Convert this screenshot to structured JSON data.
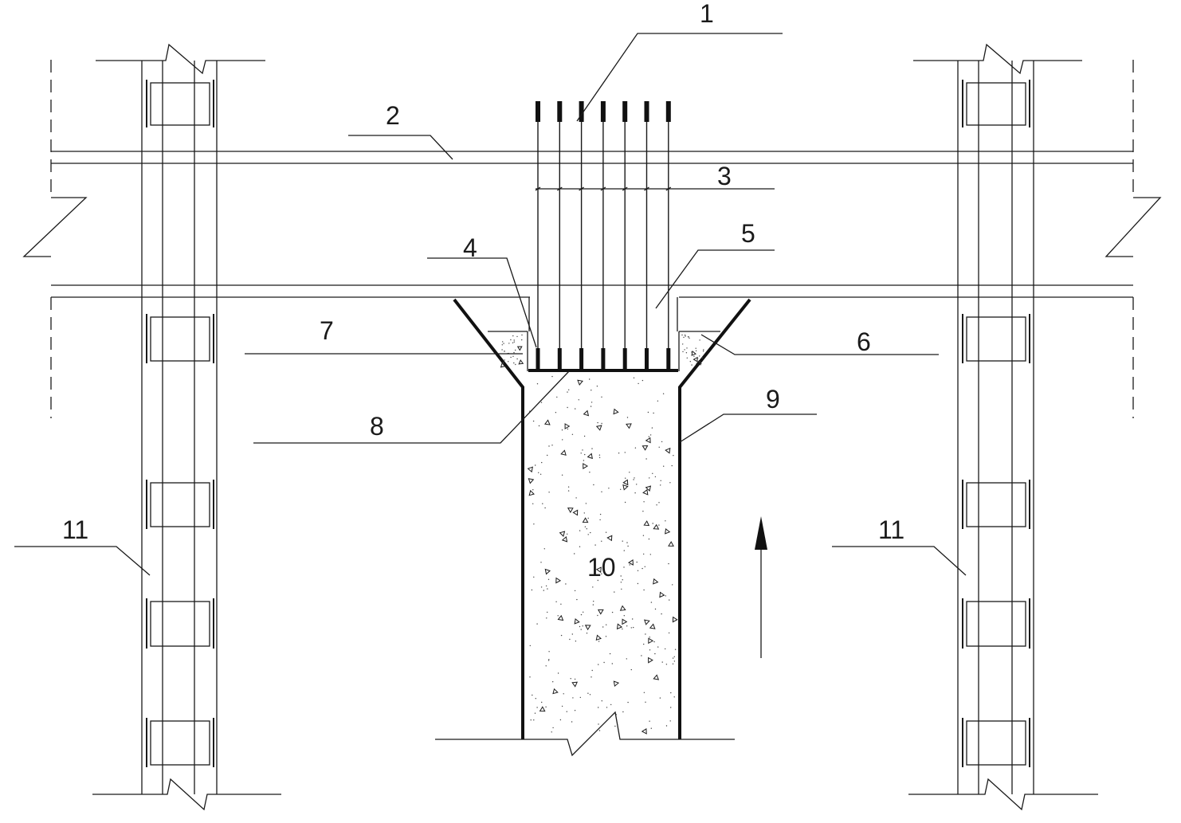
{
  "callouts": [
    {
      "id": "1",
      "text": "1"
    },
    {
      "id": "2",
      "text": "2"
    },
    {
      "id": "3",
      "text": "3"
    },
    {
      "id": "4",
      "text": "4"
    },
    {
      "id": "5",
      "text": "5"
    },
    {
      "id": "6",
      "text": "6"
    },
    {
      "id": "7",
      "text": "7"
    },
    {
      "id": "8",
      "text": "8"
    },
    {
      "id": "9",
      "text": "9"
    },
    {
      "id": "10",
      "text": "10"
    },
    {
      "id": "11a",
      "text": "11"
    },
    {
      "id": "11b",
      "text": "11"
    }
  ],
  "rebar_count": 7,
  "direction_arrow": "up-arrow"
}
